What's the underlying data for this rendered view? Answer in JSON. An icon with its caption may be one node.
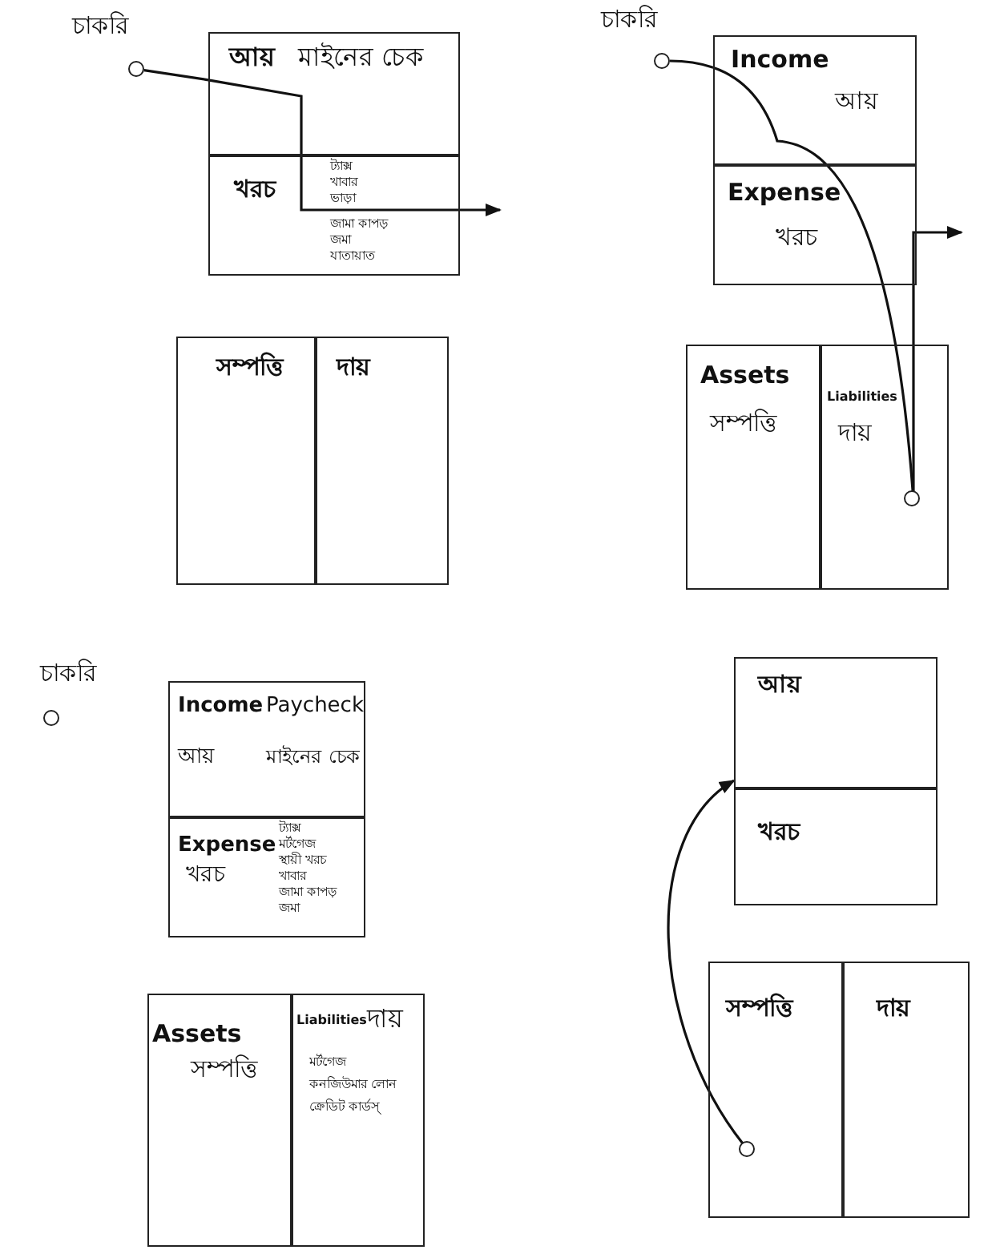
{
  "diagram": {
    "nodes": [
      {
        "text": [],
        "shape": "circle",
        "beside": [
          "চাকরি"
        ]
      },
      {
        "text": [
          "আয়",
          "মাইনের চেক"
        ]
      },
      {
        "text": [
          "খরচ",
          "ট্যাক্স",
          "খাবার",
          "ভাড়া",
          "জামা কাপড়",
          "জমা",
          "যাতায়াত"
        ]
      },
      {
        "text": [
          "সম্পত্তি"
        ]
      },
      {
        "text": [
          "দায়"
        ]
      },
      {
        "text": [],
        "shape": "circle",
        "beside": [
          "চাকরি"
        ]
      },
      {
        "text": [
          "Income",
          "আয়"
        ]
      },
      {
        "text": [
          "Expense",
          "খরচ"
        ]
      },
      {
        "text": [
          "Assets",
          "সম্পত্তি"
        ]
      },
      {
        "text": [
          "Liabilities",
          "দায়"
        ]
      },
      {
        "text": [],
        "shape": "circle",
        "in": 9
      },
      {
        "text": [],
        "shape": "circle",
        "beside": [
          "চাকরি"
        ]
      },
      {
        "text": [
          "Income",
          "Paycheck",
          "আয়",
          "মাইনের চেক"
        ]
      },
      {
        "text": [
          "Expense",
          "খরচ",
          "ট্যাক্স",
          "মর্টগেজ",
          "স্থায়ী খরচ",
          "খাবার",
          "জামা কাপড়",
          "জমা"
        ]
      },
      {
        "text": [
          "Assets",
          "সম্পত্তি"
        ]
      },
      {
        "text": [
          "Liabilities",
          "দায়",
          "মর্টগেজ",
          "কনজিউমার লোন",
          "ক্রেডিট কার্ডস্"
        ]
      },
      {
        "text": [
          "আয়"
        ]
      },
      {
        "text": [
          "খরচ"
        ]
      },
      {
        "text": [
          "সম্পত্তি"
        ]
      },
      {
        "text": [
          "দায়"
        ]
      },
      {
        "text": [],
        "shape": "circle",
        "in": 18
      }
    ],
    "edges": [
      {
        "from": 0,
        "to": 1,
        "arrow": "none"
      },
      {
        "from": 1,
        "to": 2,
        "arrow": "none"
      },
      {
        "from": 2,
        "to": null,
        "arrow": "to"
      },
      {
        "from": 5,
        "to": 6,
        "arrow": "none"
      },
      {
        "from": 6,
        "to": 7,
        "arrow": "none"
      },
      {
        "from": 7,
        "to": 10,
        "arrow": "none"
      },
      {
        "from": 10,
        "to": 7,
        "arrow": "none"
      },
      {
        "from": 7,
        "to": null,
        "arrow": "to"
      },
      {
        "from": 20,
        "to": 16,
        "arrow": "to"
      }
    ]
  }
}
